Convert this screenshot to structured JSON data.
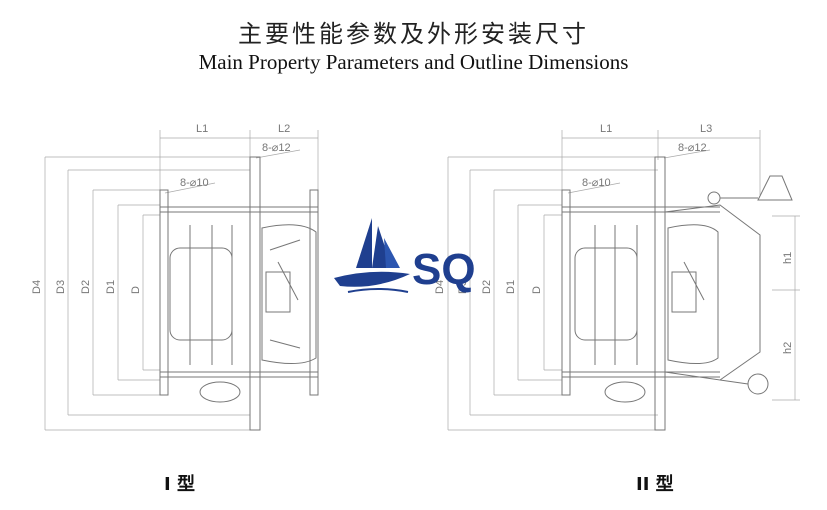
{
  "title_cn": "主要性能参数及外形安装尺寸",
  "title_en": "Main Property Parameters and Outline Dimensions",
  "logo_text": "SQ",
  "type_i": {
    "caption": "I 型",
    "top_labels": [
      "L1",
      "L2"
    ],
    "hole_labels": [
      "8-⌀12",
      "8-⌀10"
    ],
    "vertical_labels": [
      "D4",
      "D3",
      "D2",
      "D1",
      "D"
    ]
  },
  "type_ii": {
    "caption": "II 型",
    "top_labels": [
      "L1",
      "L3"
    ],
    "hole_labels": [
      "8-⌀12",
      "8-⌀10"
    ],
    "vertical_labels": [
      "D4",
      "D3",
      "D2",
      "D1",
      "D"
    ],
    "side_labels": [
      "h1",
      "h2"
    ]
  },
  "colors": {
    "logo": "#1f3f8f",
    "line": "#777777"
  }
}
